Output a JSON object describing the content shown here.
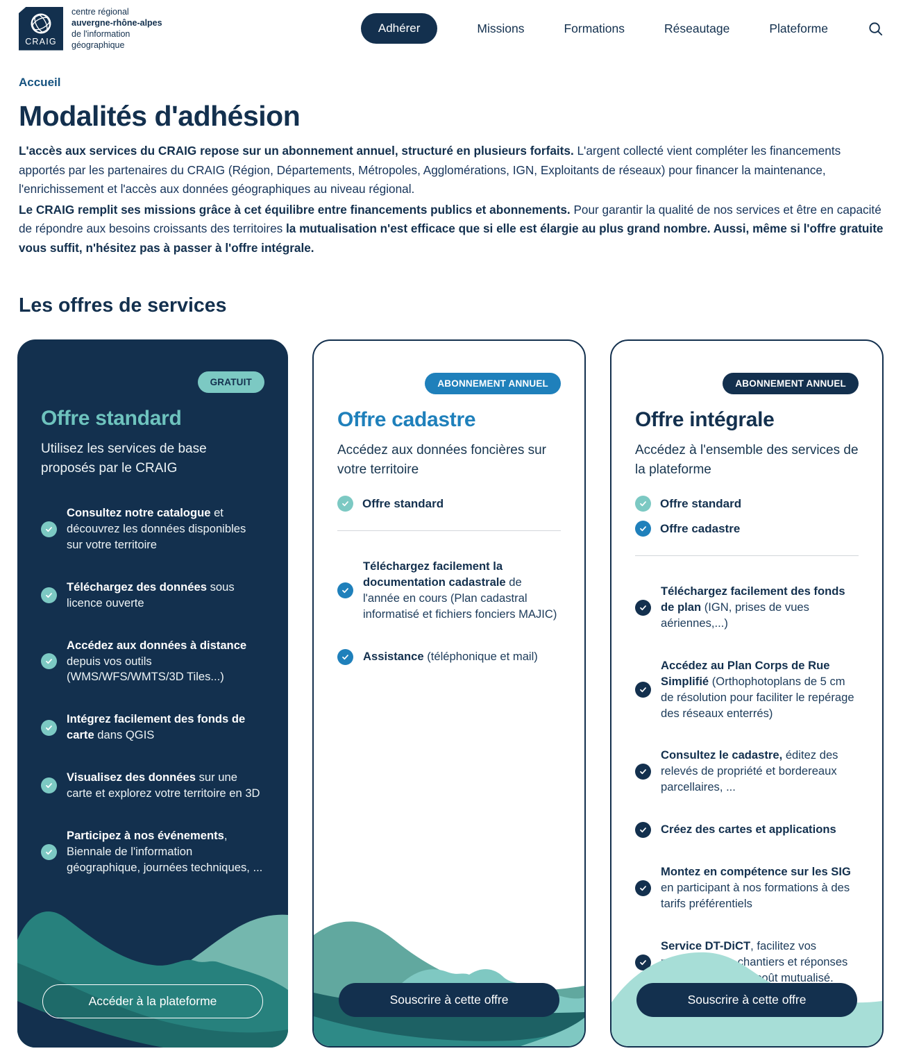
{
  "colors": {
    "navy": "#13304e",
    "teal": "#7cc9c3",
    "teal_title": "#6ec3be",
    "blue": "#1f80bb",
    "breadcrumb_blue": "#15527f"
  },
  "header": {
    "logo": {
      "acronym": "CRAIG",
      "tagline_line1": "centre régional",
      "tagline_line2": "auvergne-rhône-alpes",
      "tagline_line3": "de l'information",
      "tagline_line4": "géographique",
      "globe_icon": "wireframe-globe"
    },
    "nav": {
      "adherer": "Adhérer",
      "items": [
        "Missions",
        "Formations",
        "Réseautage",
        "Plateforme"
      ],
      "search_icon": "magnifier"
    }
  },
  "breadcrumb": {
    "home": "Accueil"
  },
  "intro": {
    "title": "Modalités d'adhésion",
    "p1": [
      {
        "b": 1,
        "t": "L'accès aux services du CRAIG repose sur un abonnement annuel, structuré en plusieurs forfaits."
      },
      {
        "b": 0,
        "t": " L'argent collecté vient compléter les financements apportés par les partenaires du CRAIG (Région, Départements, Métropoles, Agglomérations, IGN, Exploitants de réseaux) pour financer la maintenance, l'enrichissement et l'accès aux données géographiques au niveau régional."
      }
    ],
    "p2": [
      {
        "b": 1,
        "t": "Le CRAIG remplit ses missions grâce à cet équilibre entre financements publics et abonnements."
      },
      {
        "b": 0,
        "t": " Pour garantir la qualité de nos services et être en capacité de répondre aux besoins croissants des territoires "
      },
      {
        "b": 1,
        "t": "la mutualisation n'est efficace que si elle est élargie au plus grand nombre. Aussi, même si l'offre gratuite vous suffit, n'hésitez pas à passer à l'offre intégrale."
      }
    ]
  },
  "offers": {
    "section_title": "Les offres de services",
    "cards": [
      {
        "badge": "GRATUIT",
        "title": "Offre standard",
        "subtitle": "Utilisez les services de base proposés par le CRAIG",
        "features": [
          [
            {
              "b": 1,
              "t": "Consultez notre catalogue"
            },
            {
              "b": 0,
              "t": " et découvrez les données disponibles sur votre territoire"
            }
          ],
          [
            {
              "b": 1,
              "t": "Téléchargez des données"
            },
            {
              "b": 0,
              "t": " sous licence ouverte"
            }
          ],
          [
            {
              "b": 1,
              "t": "Accédez aux données à distance"
            },
            {
              "b": 0,
              "t": " depuis vos outils (WMS/WFS/WMTS/3D Tiles...)"
            }
          ],
          [
            {
              "b": 1,
              "t": "Intégrez facilement des fonds de carte"
            },
            {
              "b": 0,
              "t": " dans QGIS"
            }
          ],
          [
            {
              "b": 1,
              "t": "Visualisez des données"
            },
            {
              "b": 0,
              "t": " sur une carte et explorez votre territoire en 3D"
            }
          ],
          [
            {
              "b": 1,
              "t": "Participez à nos événements"
            },
            {
              "b": 0,
              "t": ", Biennale de l'information géographique, journées techniques, ..."
            }
          ]
        ],
        "button": "Accéder à la plateforme"
      },
      {
        "badge": "ABONNEMENT ANNUEL",
        "title": "Offre cadastre",
        "subtitle": "Accédez aux données foncières sur votre territoire",
        "includes": [
          {
            "label": "Offre standard"
          }
        ],
        "features": [
          [
            {
              "b": 1,
              "t": "Téléchargez facilement la documentation cadastrale"
            },
            {
              "b": 0,
              "t": " de l'année en cours (Plan cadastral informatisé et fichiers fonciers MAJIC)"
            }
          ],
          [
            {
              "b": 1,
              "t": "Assistance"
            },
            {
              "b": 0,
              "t": " (téléphonique et mail)"
            }
          ]
        ],
        "button": "Souscrire à cette offre"
      },
      {
        "badge": "ABONNEMENT ANNUEL",
        "title": "Offre intégrale",
        "subtitle": "Accédez à l'ensemble des services de la plateforme",
        "includes": [
          {
            "label": "Offre standard"
          },
          {
            "label": "Offre cadastre"
          }
        ],
        "features": [
          [
            {
              "b": 1,
              "t": "Téléchargez facilement des fonds de plan"
            },
            {
              "b": 0,
              "t": " (IGN, prises de vues aériennes,...)"
            }
          ],
          [
            {
              "b": 1,
              "t": "Accédez au Plan Corps de Rue Simplifié"
            },
            {
              "b": 0,
              "t": " (Orthophotoplans de 5 cm de résolution pour faciliter le repérage des réseaux enterrés)"
            }
          ],
          [
            {
              "b": 1,
              "t": "Consultez le cadastre,"
            },
            {
              "b": 0,
              "t": " éditez des relevés de propriété et bordereaux parcellaires, ..."
            }
          ],
          [
            {
              "b": 1,
              "t": "Créez des cartes et applications"
            }
          ],
          [
            {
              "b": 1,
              "t": "Montez en compétence sur les SIG"
            },
            {
              "b": 0,
              "t": " en participant à nos formations à des tarifs préférentiels"
            }
          ],
          [
            {
              "b": 1,
              "t": "Service DT-DiCT"
            },
            {
              "b": 0,
              "t": ", facilitez vos procédures de chantiers et réponses aux DT-DiCT à un coût mutualisé."
            }
          ]
        ],
        "button": "Souscrire à cette offre"
      }
    ]
  }
}
